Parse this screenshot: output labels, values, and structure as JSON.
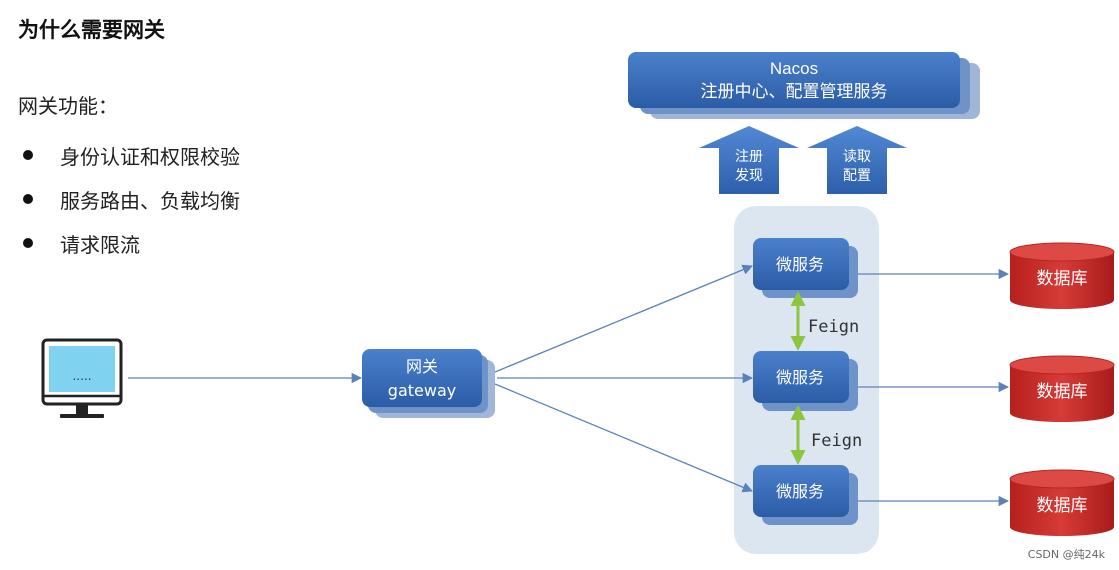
{
  "title": "为什么需要网关",
  "features": {
    "heading": "网关功能：",
    "items": [
      "身份认证和权限校验",
      "服务路由、负载均衡",
      "请求限流"
    ]
  },
  "nacos": {
    "line1": "Nacos",
    "line2": "注册中心、配置管理服务"
  },
  "arrows": {
    "register": {
      "line1": "注册",
      "line2": "发现"
    },
    "config": {
      "line1": "读取",
      "line2": "配置"
    }
  },
  "client": {
    "screen_text": "....."
  },
  "gateway": {
    "line1": "网关",
    "line2": "gateway"
  },
  "microservices": [
    "微服务",
    "微服务",
    "微服务"
  ],
  "feign_labels": [
    "Feign",
    "Feign"
  ],
  "databases": [
    "数据库",
    "数据库",
    "数据库"
  ],
  "watermark": "CSDN @纯24k",
  "colors": {
    "box_blue": "#3569b8",
    "cluster_bg": "#dce6f1",
    "db_red": "#c62a27",
    "feign_green": "#8cc63f",
    "line_blue": "#5b82b8",
    "screen": "#7fd3f0"
  }
}
